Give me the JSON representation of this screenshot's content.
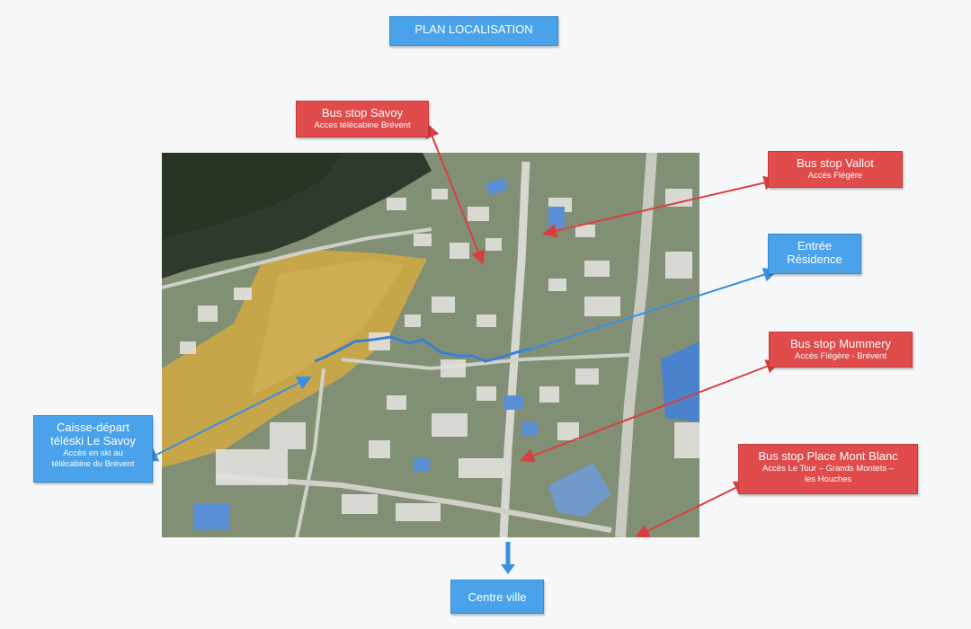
{
  "title": "PLAN LOCALISATION",
  "labels": {
    "savoy": {
      "main": "Bus stop Savoy",
      "sub": "Acces télécabine Brévent"
    },
    "vallot": {
      "main": "Bus stop Vallot",
      "sub": "Accès Flégère"
    },
    "entree": {
      "line1": "Entrée",
      "line2": "Résidence"
    },
    "mummery": {
      "main": "Bus stop Mummery",
      "sub": "Accès Flégère - Brévent"
    },
    "caisse": {
      "line1": "Caisse-départ",
      "line2": "téléski Le Savoy",
      "sub1": "Accès en ski au",
      "sub2": "télécabine du Brévent"
    },
    "montblanc": {
      "main": "Bus stop Place Mont Blanc",
      "sub1": "Accès Le Tour – Grands Montets –",
      "sub2": "les Houches"
    },
    "centre": {
      "main": "Centre ville"
    }
  },
  "colors": {
    "bus_stop": "#e04b4c",
    "access": "#4aa3ea",
    "forest": "#2f3a2c",
    "meadow": "#c7a64a",
    "buildings": "#e2e2de"
  }
}
